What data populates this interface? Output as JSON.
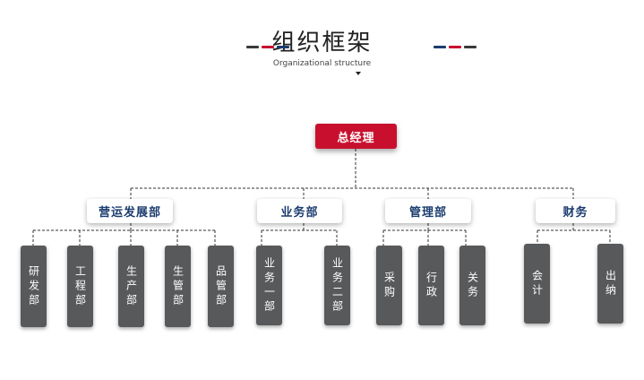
{
  "header": {
    "title": "组织框架",
    "subtitle": "Organizational structure"
  },
  "colors": {
    "accent_red": "#c8102e",
    "accent_navy": "#1b3c6e",
    "box_gray": "#58595b",
    "line_color": "#333333"
  },
  "chart": {
    "root": "总经理",
    "departments": [
      {
        "label": "营运发展部",
        "children": [
          "研发部",
          "工程部",
          "生产部",
          "生管部",
          "品管部"
        ]
      },
      {
        "label": "业务部",
        "children": [
          "业务一部",
          "业务二部"
        ]
      },
      {
        "label": "管理部",
        "children": [
          "采购",
          "行政",
          "关务"
        ]
      },
      {
        "label": "财务",
        "children": [
          "会计",
          "出纳"
        ]
      }
    ]
  }
}
